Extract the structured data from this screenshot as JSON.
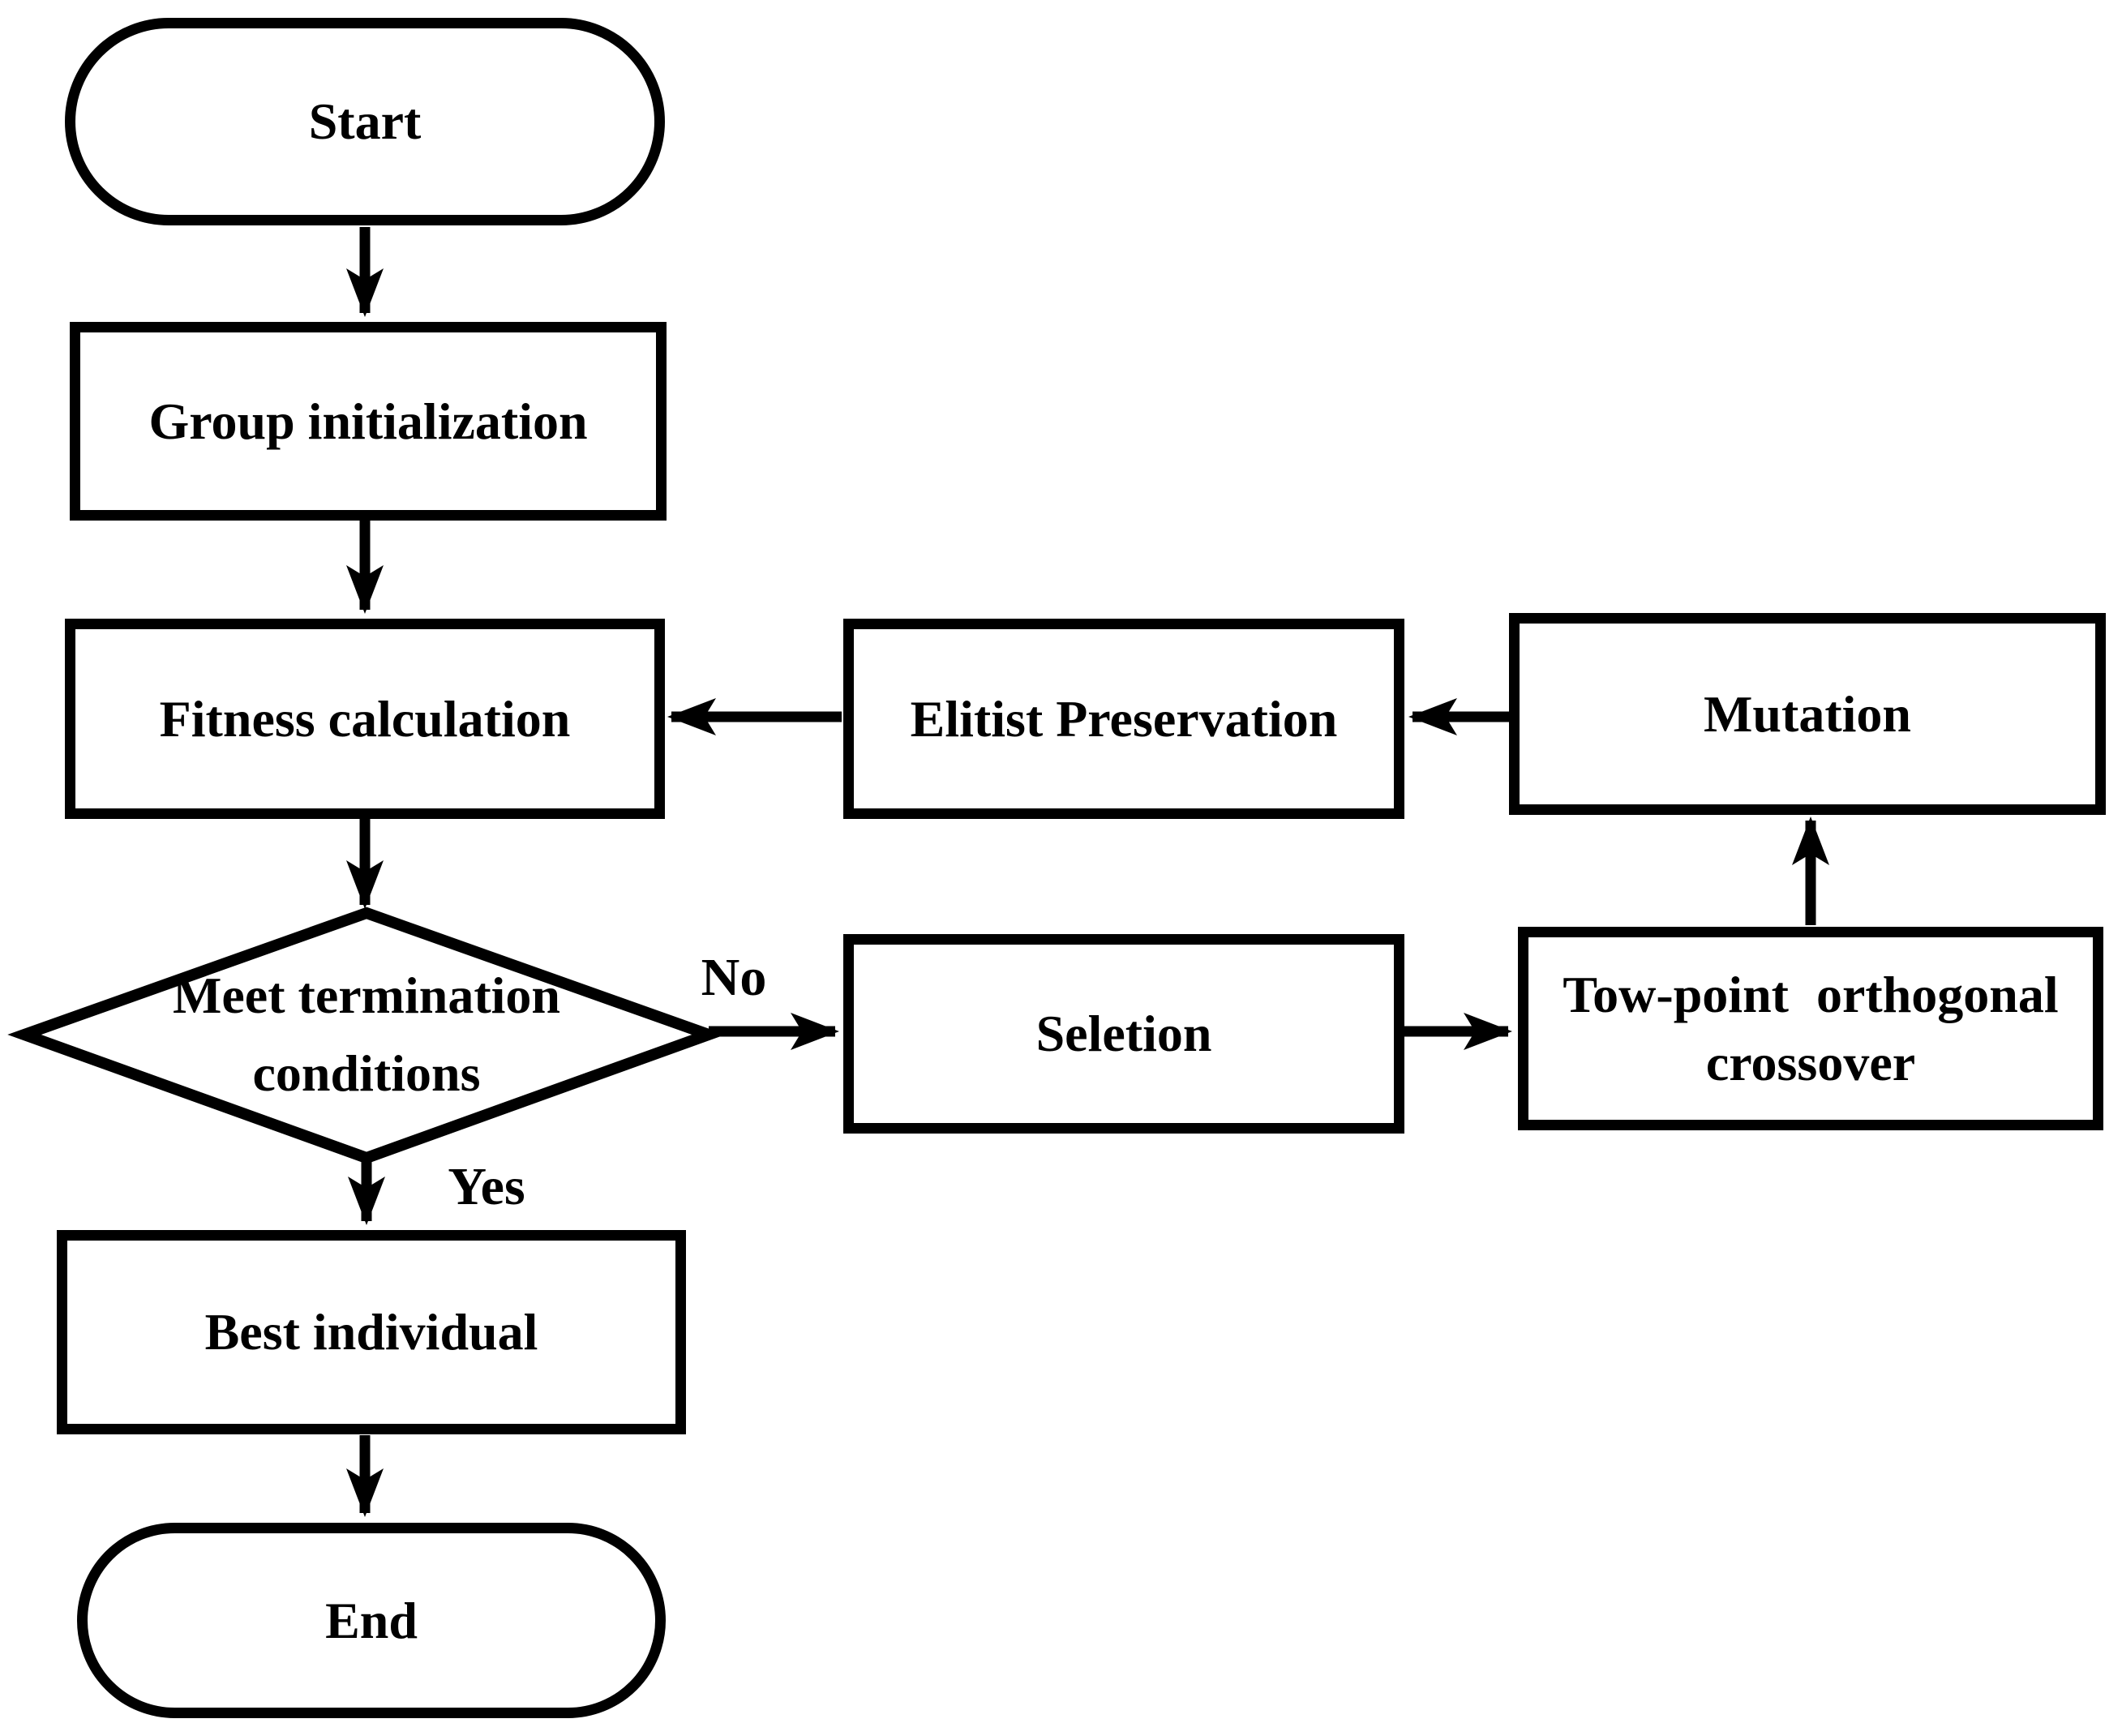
{
  "diagram": {
    "type": "flowchart",
    "background": "#ffffff",
    "stroke_color": "#000000",
    "text_color": "#000000",
    "nodes": {
      "start": {
        "label": "Start",
        "shape": "stadium"
      },
      "group_init": {
        "label": "Group initialization",
        "shape": "process"
      },
      "fitness": {
        "label": "Fitness calculation",
        "shape": "process"
      },
      "termination": {
        "label": "Meet termination conditions",
        "line1": "Meet termination",
        "line2": "conditions",
        "shape": "decision"
      },
      "selection": {
        "label": "Seletion",
        "shape": "process"
      },
      "crossover": {
        "label": "Tow-point orthogonal crossover",
        "line1": "Tow-point orthogonal",
        "line2": "crossover",
        "shape": "process"
      },
      "mutation": {
        "label": "Mutation",
        "shape": "process"
      },
      "elitist": {
        "label": "Elitist Preservation",
        "shape": "process"
      },
      "best": {
        "label": "Best individual",
        "shape": "process"
      },
      "end": {
        "label": "End",
        "shape": "stadium"
      }
    },
    "edge_labels": {
      "no": "No",
      "yes": "Yes"
    },
    "edges": [
      {
        "from": "start",
        "to": "group_init",
        "label": ""
      },
      {
        "from": "group_init",
        "to": "fitness",
        "label": ""
      },
      {
        "from": "fitness",
        "to": "termination",
        "label": ""
      },
      {
        "from": "termination",
        "to": "selection",
        "label": "No"
      },
      {
        "from": "selection",
        "to": "crossover",
        "label": ""
      },
      {
        "from": "crossover",
        "to": "mutation",
        "label": ""
      },
      {
        "from": "mutation",
        "to": "elitist",
        "label": ""
      },
      {
        "from": "elitist",
        "to": "fitness",
        "label": ""
      },
      {
        "from": "termination",
        "to": "best",
        "label": "Yes"
      },
      {
        "from": "best",
        "to": "end",
        "label": ""
      }
    ]
  }
}
